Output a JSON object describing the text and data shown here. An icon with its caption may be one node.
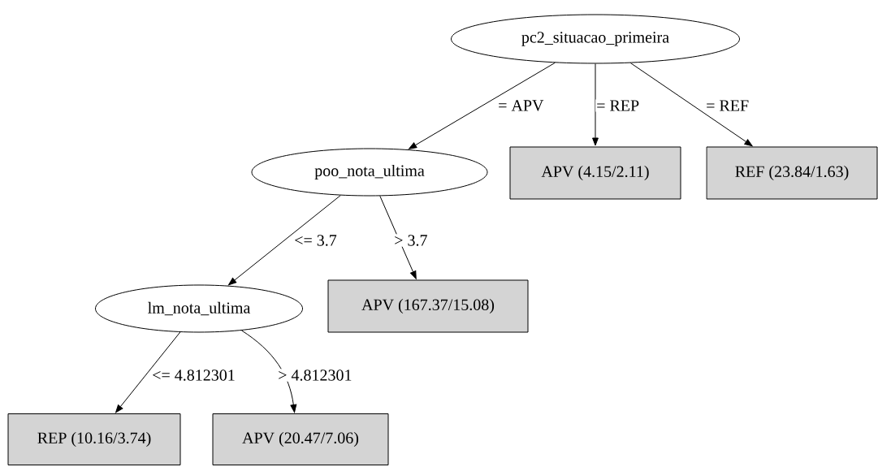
{
  "diagram": {
    "nodes": [
      {
        "text": [
          "pc2_situacao_primeira"
        ]
      },
      {
        "text": [
          "poo_nota_ultima"
        ]
      },
      {
        "text": [
          "APV (4.15/2.11)"
        ]
      },
      {
        "text": [
          "REF (23.84/1.63)"
        ]
      },
      {
        "text": [
          "lm_nota_ultima"
        ]
      },
      {
        "text": [
          "APV (167.37/15.08)"
        ]
      },
      {
        "text": [
          "REP (10.16/3.74)"
        ]
      },
      {
        "text": [
          "APV (20.47/7.06)"
        ]
      }
    ],
    "edges": [
      {
        "from": 0,
        "to": 1,
        "arrow": "to",
        "label": "= APV"
      },
      {
        "from": 0,
        "to": 2,
        "arrow": "to",
        "label": "= REP"
      },
      {
        "from": 0,
        "to": 3,
        "arrow": "to",
        "label": "= REF"
      },
      {
        "from": 1,
        "to": 4,
        "arrow": "to",
        "label": "<= 3.7"
      },
      {
        "from": 1,
        "to": 5,
        "arrow": "to",
        "label": "> 3.7"
      },
      {
        "from": 4,
        "to": 6,
        "arrow": "to",
        "label": "<= 4.812301"
      },
      {
        "from": 4,
        "to": 7,
        "arrow": "to",
        "label": "> 4.812301"
      }
    ]
  }
}
